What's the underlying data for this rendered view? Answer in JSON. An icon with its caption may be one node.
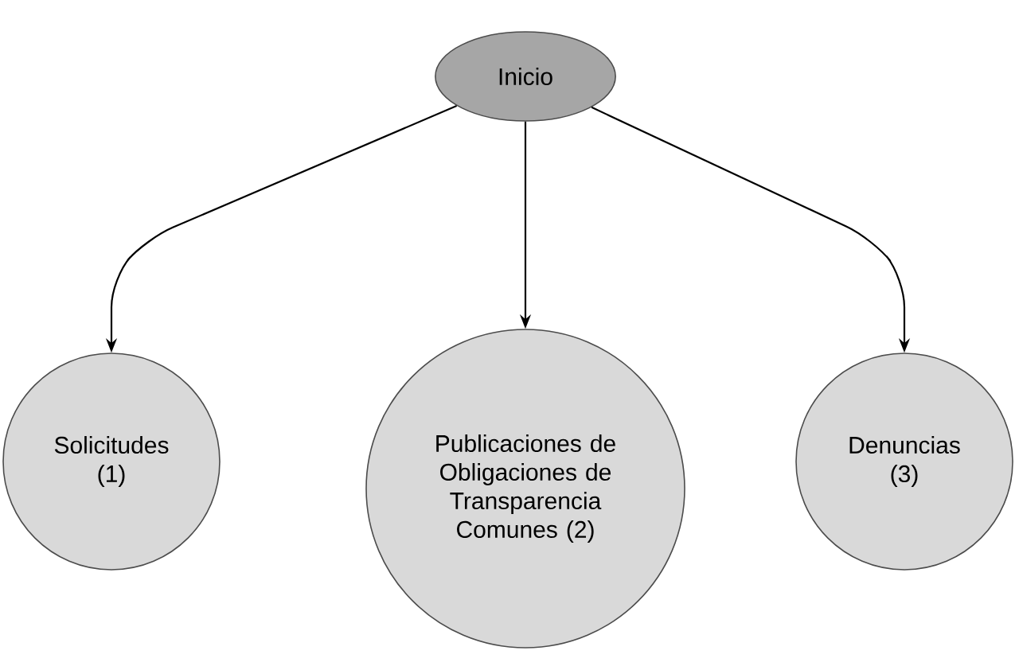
{
  "diagram": {
    "nodes": [
      {
        "text": [
          "Inicio"
        ]
      },
      {
        "text": [
          "Solicitudes (1)"
        ]
      },
      {
        "text": [
          "Publicaciones de Obligaciones de Transparencia Comunes (2)"
        ]
      },
      {
        "text": [
          "Denuncias (3)"
        ]
      }
    ],
    "edges": [
      {
        "from": 0,
        "to": 1,
        "arrow": "to"
      },
      {
        "from": 0,
        "to": 2,
        "arrow": "to"
      },
      {
        "from": 0,
        "to": 3,
        "arrow": "to"
      }
    ]
  }
}
